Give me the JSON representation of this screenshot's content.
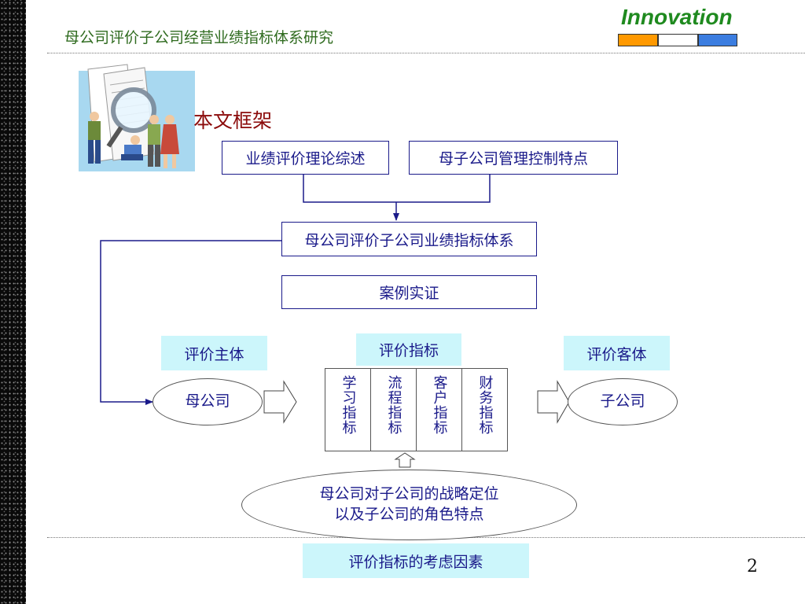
{
  "slide_title": "母公司评价子公司经营业绩指标体系研究",
  "brand": {
    "text": "Innovation",
    "bar_colors": [
      "#ff9900",
      "#ffffff",
      "#3b7de0"
    ]
  },
  "section_title": "本文框架",
  "boxes": {
    "theory": "业绩评价理论综述",
    "control": "母子公司管理控制特点",
    "system": "母公司评价子公司业绩指标体系",
    "case": "案例实证"
  },
  "labels": {
    "subject": "评价主体",
    "indicators": "评价指标",
    "object": "评价客体",
    "factors": "评价指标的考虑因素"
  },
  "nodes": {
    "parent": "母公司",
    "child": "子公司"
  },
  "indicator_columns": [
    "学习指标",
    "流程指标",
    "客户指标",
    "财务指标"
  ],
  "strategy_line1": "母公司对子公司的战略定位",
  "strategy_line2": "以及子公司的角色特点",
  "page_number": "2"
}
